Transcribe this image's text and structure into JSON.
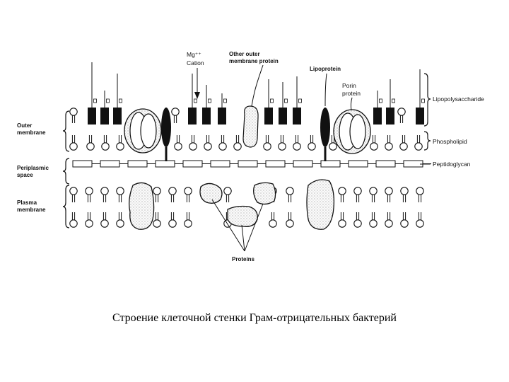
{
  "diagram": {
    "labels": {
      "outer_membrane": [
        "Outer",
        "membrane"
      ],
      "periplasmic_space": [
        "Periplasmic",
        "space"
      ],
      "plasma_membrane": [
        "Plasma",
        "membrane"
      ],
      "mg_cation": [
        "Mg⁺⁺",
        "Cation"
      ],
      "other_outer_membrane_protein": [
        "Other outer",
        "membrane protein"
      ],
      "lipoprotein": "Lipoprotein",
      "porin_protein": [
        "Porin",
        "protein"
      ],
      "lipopolysaccharide": "Lipopolysaccharide",
      "phospholipid": "Phospholipid",
      "peptidoglycan": "Peptidoglycan",
      "proteins": "Proteins"
    }
  },
  "caption": "Строение клеточной стенки Грам-отрицательных бактерий"
}
